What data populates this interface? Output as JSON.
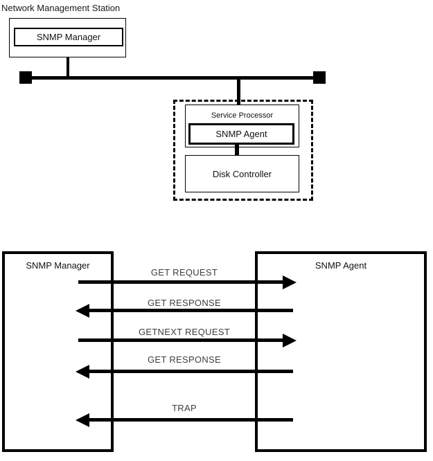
{
  "colors": {
    "ink": "#000000",
    "background": "#ffffff",
    "message_label": "#3d3d3d"
  },
  "top_diagram": {
    "title": "Network Management Station",
    "nms_box": {
      "inner_label": "SNMP Manager"
    },
    "network_bus": {
      "style": "thick line with square terminators"
    },
    "managed_device": {
      "border_style": "dashed",
      "service_processor_label": "Service Processor",
      "snmp_agent_label": "SNMP Agent",
      "disk_controller_label": "Disk Controller"
    }
  },
  "sequence_diagram": {
    "left_box_label": "SNMP Manager",
    "right_box_label": "SNMP Agent",
    "messages": [
      {
        "label": "GET REQUEST",
        "direction": "right",
        "from": "SNMP Manager",
        "to": "SNMP Agent"
      },
      {
        "label": "GET RESPONSE",
        "direction": "left",
        "from": "SNMP Agent",
        "to": "SNMP Manager"
      },
      {
        "label": "GETNEXT REQUEST",
        "direction": "right",
        "from": "SNMP Manager",
        "to": "SNMP Agent"
      },
      {
        "label": "GET RESPONSE",
        "direction": "left",
        "from": "SNMP Agent",
        "to": "SNMP Manager"
      },
      {
        "label": "TRAP",
        "direction": "left",
        "from": "SNMP Agent",
        "to": "SNMP Manager"
      }
    ]
  }
}
